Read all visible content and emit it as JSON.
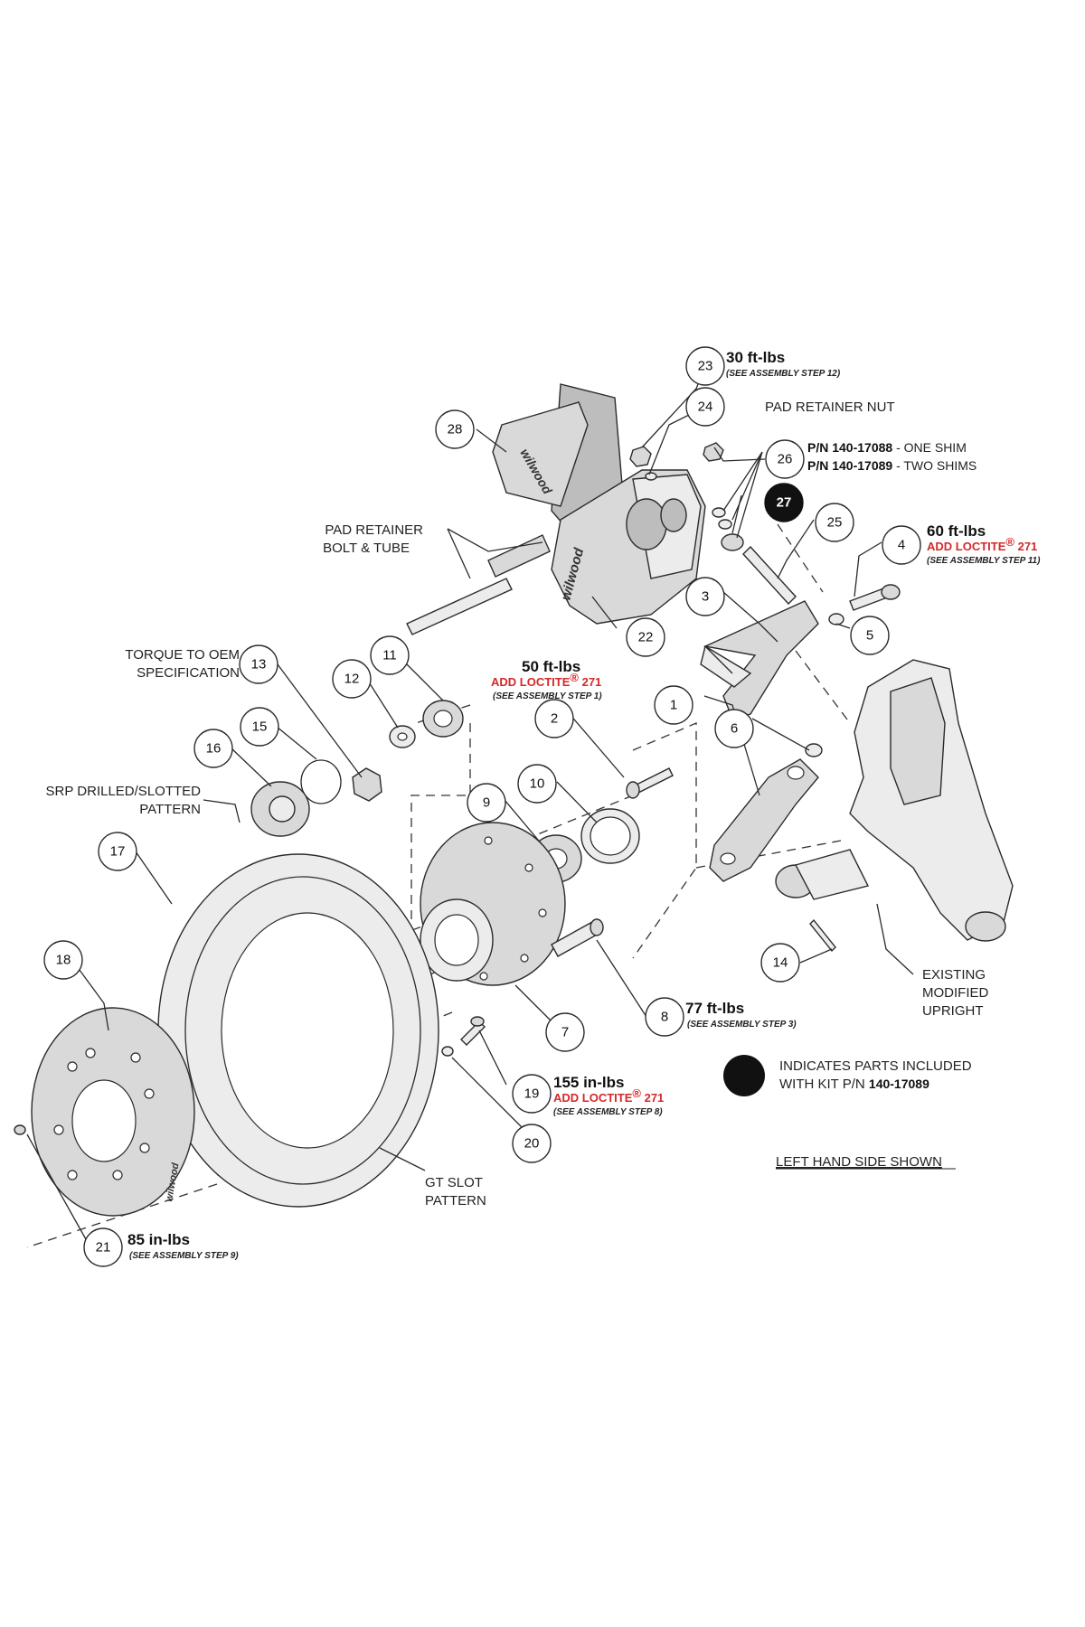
{
  "bubbles": [
    {
      "id": "b23",
      "num": "23"
    },
    {
      "id": "b24",
      "num": "24"
    },
    {
      "id": "b28",
      "num": "28"
    },
    {
      "id": "b26",
      "num": "26"
    },
    {
      "id": "b27",
      "num": "27"
    },
    {
      "id": "b25",
      "num": "25"
    },
    {
      "id": "b4",
      "num": "4"
    },
    {
      "id": "b3",
      "num": "3"
    },
    {
      "id": "b5",
      "num": "5"
    },
    {
      "id": "b22",
      "num": "22"
    },
    {
      "id": "b13",
      "num": "13"
    },
    {
      "id": "b11",
      "num": "11"
    },
    {
      "id": "b12",
      "num": "12"
    },
    {
      "id": "b15",
      "num": "15"
    },
    {
      "id": "b16",
      "num": "16"
    },
    {
      "id": "b2",
      "num": "2"
    },
    {
      "id": "b1",
      "num": "1"
    },
    {
      "id": "b6",
      "num": "6"
    },
    {
      "id": "b10",
      "num": "10"
    },
    {
      "id": "b9",
      "num": "9"
    },
    {
      "id": "b17",
      "num": "17"
    },
    {
      "id": "b14",
      "num": "14"
    },
    {
      "id": "b18",
      "num": "18"
    },
    {
      "id": "b8",
      "num": "8"
    },
    {
      "id": "b7",
      "num": "7"
    },
    {
      "id": "b19",
      "num": "19"
    },
    {
      "id": "b20",
      "num": "20"
    },
    {
      "id": "b21",
      "num": "21"
    }
  ],
  "callouts": {
    "torque_23": "30 ft-lbs",
    "note_23": "(SEE ASSEMBLY STEP 12)",
    "pad_retainer_nut": "PAD RETAINER NUT",
    "pn_one_shim_number": "P/N 140-17088",
    "pn_one_shim_desc": " - ONE SHIM",
    "pn_two_shims_number": "P/N 140-17089",
    "pn_two_shims_desc": " - TWO SHIMS",
    "torque_4": "60 ft-lbs",
    "loctite_4_text": "ADD LOCTITE",
    "loctite_4_mark": "®",
    "loctite_4_num": " 271",
    "note_4": "(SEE ASSEMBLY STEP 11)",
    "pad_retainer_line1": "PAD RETAINER",
    "pad_retainer_line2": "BOLT & TUBE",
    "torque_oem_line1": "TORQUE TO OEM",
    "torque_oem_line2": "SPECIFICATION",
    "torque_2": "50 ft-lbs",
    "loctite_2_text": "ADD LOCTITE",
    "loctite_2_mark": "®",
    "loctite_2_num": " 271",
    "note_2": "(SEE ASSEMBLY STEP 1)",
    "srp_line1": "SRP DRILLED/SLOTTED",
    "srp_line2": "PATTERN",
    "existing_line1": "EXISTING",
    "existing_line2": "MODIFIED",
    "existing_line3": "UPRIGHT",
    "torque_8": "77 ft-lbs",
    "note_8": "(SEE ASSEMBLY STEP 3)",
    "legend_line1": "INDICATES PARTS INCLUDED",
    "legend_line2_prefix": "WITH KIT P/N ",
    "legend_line2_pn": "140-17089",
    "torque_19": "155 in-lbs",
    "loctite_19_text": "ADD LOCTITE",
    "loctite_19_mark": "®",
    "loctite_19_num": " 271",
    "note_19": "(SEE ASSEMBLY STEP 8)",
    "left_hand": "LEFT HAND SIDE SHOWN",
    "gt_slot_line1": "GT SLOT",
    "gt_slot_line2": "PATTERN",
    "torque_21": "85 in-lbs",
    "note_21": "(SEE ASSEMBLY STEP 9)"
  },
  "brand_marks": {
    "pad_logo": "wilwood",
    "caliper_logo": "wilwood",
    "hat_logo": "wilwood"
  },
  "colors": {
    "loctite_red": "#d62828",
    "line": "#2b2b2b",
    "part_fill": "#d9d9d9",
    "kit_indicator": "#111111"
  }
}
